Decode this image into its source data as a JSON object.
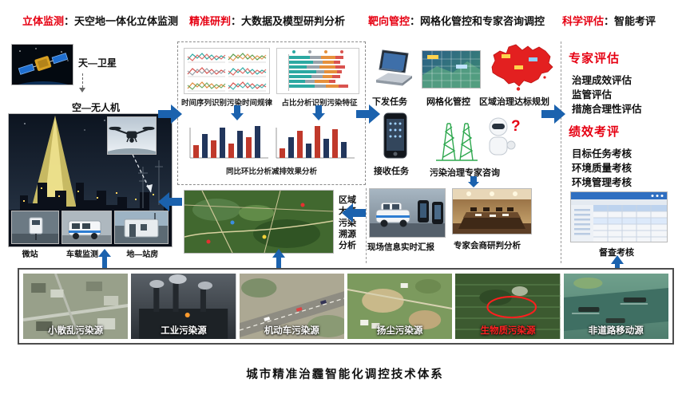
{
  "header": {
    "colon": "：",
    "sections": [
      {
        "label": "立体监测",
        "desc": "天空地一体化立体监测"
      },
      {
        "label": "精准研判",
        "desc": "大数据及模型研判分析"
      },
      {
        "label": "靶向管控",
        "desc": "网格化管控和专家咨询调控"
      },
      {
        "label": "科学评估",
        "desc": "智能考评"
      }
    ]
  },
  "monitoring": {
    "sky_label": "天—卫星",
    "air_label": "空—无人机",
    "ground_labels": [
      "微站",
      "车载监测",
      "地—站房"
    ]
  },
  "analysis": {
    "timeseries_caption": "时间序列识别污染时间规律",
    "proportion_caption": "占比分析识别污染特征",
    "comparison_caption": "同比环比分析减排效果分析",
    "tracing_caption": "区域大气污染溯源分析"
  },
  "control": {
    "dispatch": "下发任务",
    "grid": "网格化管控",
    "regional": "区域治理达标规划",
    "receive": "接收任务",
    "consult": "污染治理专家咨询",
    "question_mark": "?",
    "field": "现场信息实时汇报",
    "meeting": "专家会商研判分析"
  },
  "evaluation": {
    "expert_title": "专家评估",
    "expert_items": [
      "治理成效评估",
      "监管评估",
      "措施合理性评估"
    ],
    "performance_title": "绩效考评",
    "performance_items": [
      "目标任务考核",
      "环境质量考核",
      "环境管理考核"
    ],
    "audit": "督查考核"
  },
  "sources": {
    "items": [
      {
        "label": "小散乱污染源",
        "color": "#ffffff"
      },
      {
        "label": "工业污染源",
        "color": "#ffffff"
      },
      {
        "label": "机动车污染源",
        "color": "#ffffff"
      },
      {
        "label": "扬尘污染源",
        "color": "#ffffff"
      },
      {
        "label": "生物质污染源",
        "color": "#ff2222"
      },
      {
        "label": "非道路移动源",
        "color": "#ffffff"
      }
    ]
  },
  "caption": "城市精准治霾智能化调控技术体系",
  "colors": {
    "accent_red": "#e60012",
    "arrow_blue": "#1b62ae"
  }
}
